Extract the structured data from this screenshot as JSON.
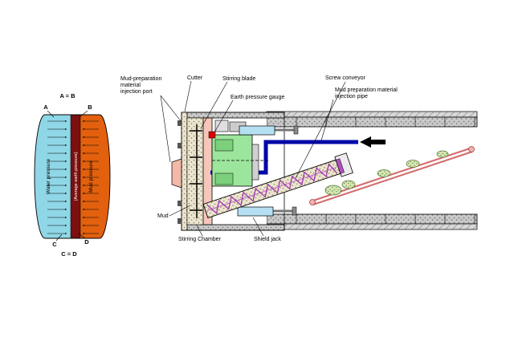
{
  "pressure_diagram": {
    "top_label": "A = B",
    "corner_a": "A",
    "corner_b": "B",
    "corner_c": "C",
    "corner_d": "D",
    "bottom_label": "C = D",
    "water_label": "Water pressure",
    "avg_label": "(Average earth pressure)",
    "mud_label": "Mud pressure",
    "colors": {
      "water": "#8fd7e6",
      "avg_strip": "#7a1010",
      "mud": "#e2600e"
    }
  },
  "machine": {
    "labels": {
      "injection_port_1": "Mud-preparation",
      "injection_port_2": "material",
      "injection_port_3": "injection port",
      "cutter": "Cutter",
      "stirring_blade": "Stirring blade",
      "earth_pressure_gauge": "Earth pressure gauge",
      "screw_conveyor": "Screw conveyor",
      "injection_pipe_1": "Mud preparation material",
      "injection_pipe_2": "injection pipe",
      "mud": "Mud",
      "stirring_chamber": "Stirring Chamber",
      "shield_jack": "Shield jack"
    },
    "colors": {
      "gearbox": "#9ce59c",
      "bulkhead": "#f6c6ba",
      "pipe": "#0008a8",
      "screw_spiral": "#9a2fae",
      "jack": "#b5e0f2",
      "belt": "#d46a6a",
      "gauge": "#e00000",
      "port": "#f2b8a8"
    }
  }
}
